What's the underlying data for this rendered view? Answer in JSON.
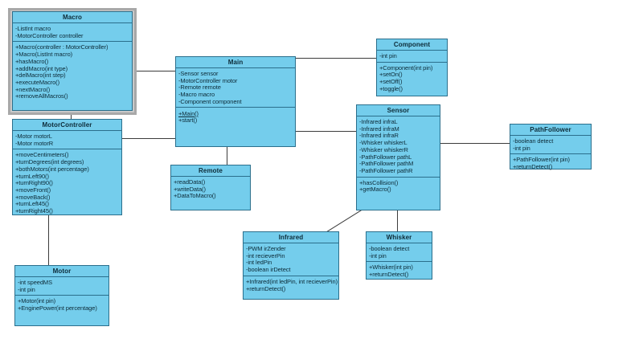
{
  "diagram": {
    "type": "uml-class-diagram",
    "background": "#ffffff",
    "class_fill": "#74cdec",
    "class_border": "#2b6f8c",
    "line_color": "#3c3c3c",
    "selection_frame_color": "#a8a8a8"
  },
  "classes": {
    "macro": {
      "name": "Macro",
      "selected": true,
      "attributes": [
        "-ListInt macro",
        "-MotorController controller"
      ],
      "methods": [
        "+Macro(controller : MotorController)",
        "+Macro(ListInt macro)",
        "+hasMacro()",
        "+addMacro(int type)",
        "+delMacro(int step)",
        "+executeMacro()",
        "+nextMacro()",
        "+removeAllMacros()"
      ]
    },
    "motorcontroller": {
      "name": "MotorController",
      "attributes": [
        "-Motor motorL",
        "-Motor motorR"
      ],
      "methods": [
        "+moveCentimeters()",
        "+turnDegrees(int degrees)",
        "+bothMotors(int percentage)",
        "+turnLeft90()",
        "+turnRight90()",
        "+moveFront()",
        "+moveBack()",
        "+turnLeft45()",
        "+turnRight45()"
      ]
    },
    "motor": {
      "name": "Motor",
      "attributes": [
        "-int speedMS",
        "-int pin"
      ],
      "methods": [
        "+Motor(int pin)",
        "+EnginePower(int percentage)"
      ]
    },
    "main": {
      "name": "Main",
      "attributes": [
        "-Sensor sensor",
        "-MotorController motor",
        "-Remote remote",
        "-Macro macro",
        "-Component component"
      ],
      "methods": [
        "+Main()",
        "+start()"
      ],
      "static_methods": [
        "+Main()"
      ]
    },
    "remote": {
      "name": "Remote",
      "attributes": [],
      "methods": [
        "+readData()",
        "+writeData()",
        "+DataToMacro()"
      ]
    },
    "component": {
      "name": "Component",
      "attributes": [
        "-int pin"
      ],
      "methods": [
        "+Component(int pin)",
        "+setOn()",
        "+setOff()",
        "+toggle()"
      ]
    },
    "sensor": {
      "name": "Sensor",
      "attributes": [
        "-Infrared infraL",
        "-Infrared infraM",
        "-Infrared infraR",
        "-Whisker whiskerL",
        "-Whisker whiskerR",
        "-PathFollower pathL",
        "-PathFollower pathM",
        "-PathFollower pathR"
      ],
      "methods": [
        "+hasCollision()",
        "+getMacro()"
      ]
    },
    "pathfollower": {
      "name": "PathFollower",
      "attributes": [
        "-boolean detect",
        "-int pin"
      ],
      "methods": [
        "+PathFollower(int pin)",
        "+returnDetect()"
      ]
    },
    "infrared": {
      "name": "Infrared",
      "attributes": [
        "-PWM irZender",
        "-int recieverPin",
        "-int ledPin",
        "-boolean irDetect"
      ],
      "methods": [
        "+Infrared(int ledPin, int recieverPin)",
        "+returnDetect()"
      ]
    },
    "whisker": {
      "name": "Whisker",
      "attributes": [
        "-boolean detect",
        "-int pin"
      ],
      "methods": [
        "+Whisker(int pin)",
        "+returnDetect()"
      ]
    }
  },
  "associations": [
    {
      "from": "Macro",
      "to": "Main"
    },
    {
      "from": "MotorController",
      "to": "Main"
    },
    {
      "from": "MotorController",
      "to": "Motor"
    },
    {
      "from": "Main",
      "to": "Remote"
    },
    {
      "from": "Main",
      "to": "Component"
    },
    {
      "from": "Main",
      "to": "Sensor"
    },
    {
      "from": "Sensor",
      "to": "PathFollower"
    },
    {
      "from": "Sensor",
      "to": "Whisker"
    },
    {
      "from": "Sensor",
      "to": "Infrared"
    }
  ]
}
